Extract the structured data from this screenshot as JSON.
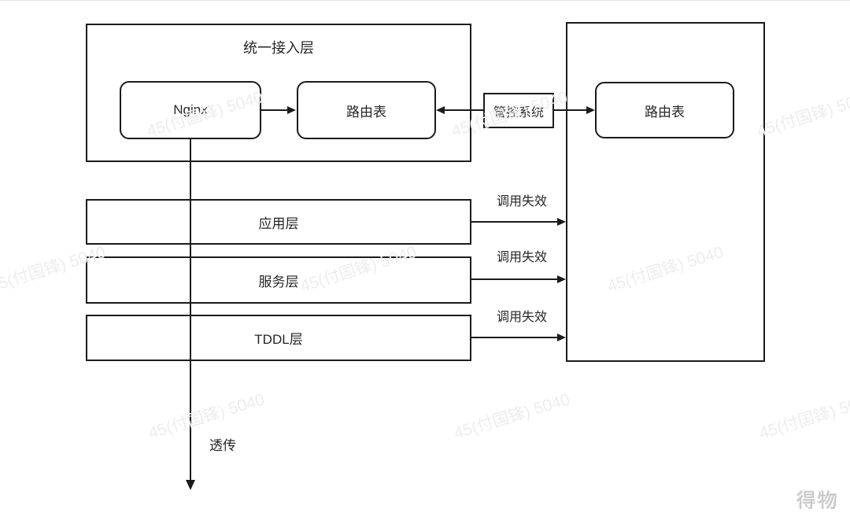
{
  "diagram": {
    "unified_access_layer_title": "统一接入层",
    "nginx_label": "Nginx",
    "routing_table_left_label": "路由表",
    "control_system_label": "管控系统",
    "routing_table_right_label": "路由表",
    "layers": [
      "应用层",
      "服务层",
      "TDDL层"
    ],
    "arrow_labels": [
      "调用失效",
      "调用失效",
      "调用失效"
    ],
    "pass_through_label": "透传"
  },
  "watermark": {
    "text": "45(付国锋) 5040",
    "brand": "得物"
  },
  "colors": {
    "line": "#1b1b1b",
    "text": "#262626",
    "watermark": "#ededed",
    "brand": "#c6c6c6",
    "background": "#ffffff"
  }
}
